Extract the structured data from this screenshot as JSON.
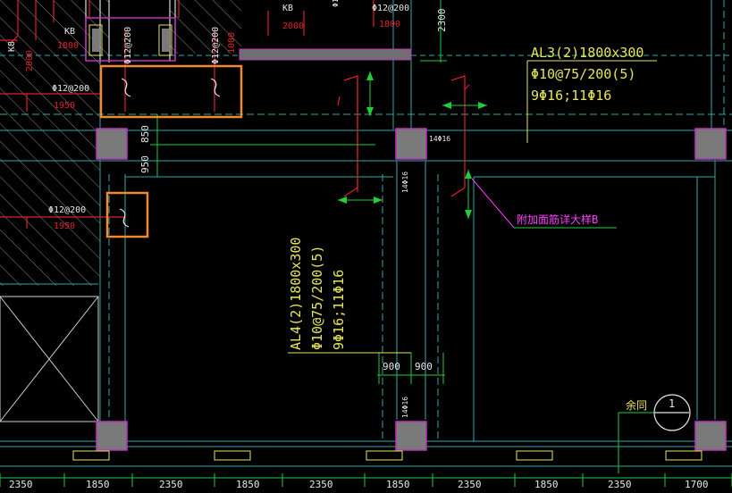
{
  "labels": {
    "al3_name": "AL3(2)1800x300",
    "al3_stirrup": "Φ10@75/200(5)",
    "al3_bars": "9Φ16;11Φ16",
    "al4_name": "AL4(2)1800x300",
    "al4_stirrup": "Φ10@75/200(5)",
    "al4_bars": "9Φ16;11Φ16",
    "rebar_1": "Φ12@200",
    "rebar_2": "Φ12@200",
    "rebar_3": "Φ12@200",
    "rebar_4": "Φ12@200",
    "rebar_5": "Φ12@200",
    "rebar_6": "Φ12@200",
    "len_1950_a": "1950",
    "len_1950_b": "1950",
    "len_1800_a": "1800",
    "len_1800_b": "1800",
    "len_1000": "1000",
    "len_2000": "2000",
    "len_2000_b": "2000",
    "kb_1": "KB",
    "kb_2": "KB",
    "kb_3": "K8",
    "dim_850": "850",
    "dim_950": "950",
    "dim_2300": "2300",
    "dim_900_a": "900",
    "dim_900_b": "900",
    "bar_14_a": "14Φ16",
    "bar_14_b": "14Φ16",
    "bar_14_c": "14Φ16",
    "note_detail": "附加面筋详大样B",
    "note_same": "余同",
    "section_no": "1"
  },
  "bottom_dims": [
    "2350",
    "1850",
    "2350",
    "1850",
    "2350",
    "1850",
    "2350",
    "1850",
    "2350",
    "1700"
  ],
  "colors": {
    "background": "#000000",
    "text_yellow": "#e6e65a",
    "rebar_red": "#e0202a",
    "dim_green": "#1ecf3a",
    "grid_cyan": "#2fa8a8",
    "column_magenta": "#c030c0",
    "column_fill": "#7a7a7a",
    "highlight_orange": "#f08a30",
    "note_magenta": "#ff3cff"
  }
}
